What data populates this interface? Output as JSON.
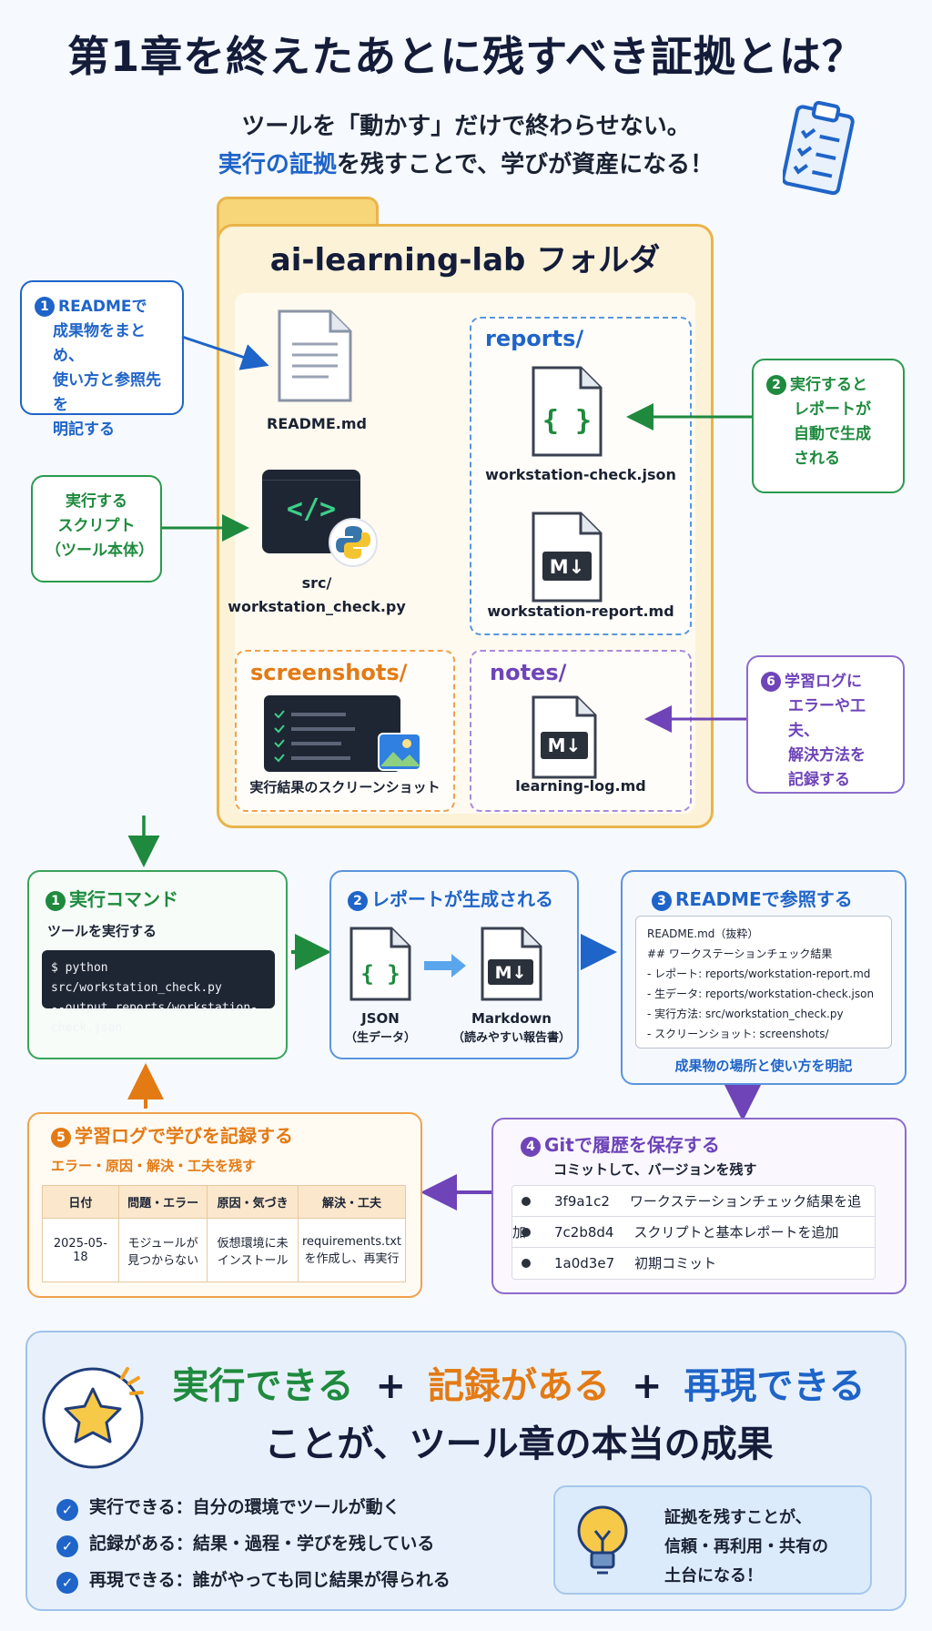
{
  "title": "第1章を終えたあとに残すべき証拠とは？",
  "subtitle_line1": "ツールを「動かす」だけで終わらせない。",
  "subtitle_line2_highlight": "実行の証拠",
  "subtitle_line2_rest": "を残すことで、学びが資産になる！",
  "folder": {
    "title": "ai-learning-lab フォルダ",
    "readme_file": "README.md",
    "src_file_line1": "src/",
    "src_file_line2": "workstation_check.py",
    "reports_label": "reports/",
    "reports_json": "workstation-check.json",
    "reports_md": "workstation-report.md",
    "screenshots_label": "screenshots/",
    "screenshots_caption": "実行結果のスクリーンショット",
    "notes_label": "notes/",
    "notes_file": "learning-log.md",
    "json_glyph": "{ }",
    "md_glyph": "M↓",
    "code_glyph": "</>"
  },
  "callouts": {
    "c1_num": "1",
    "c1_lines": [
      "READMEで",
      "成果物をまとめ、",
      "使い方と参照先を",
      "明記する"
    ],
    "c2_num": "2",
    "c2_lines": [
      "実行すると",
      "レポートが",
      "自動で生成",
      "される"
    ],
    "script_lines": [
      "実行する",
      "スクリプト",
      "（ツール本体）"
    ],
    "c6_num": "6",
    "c6_lines": [
      "学習ログに",
      "エラーや工夫、",
      "解決方法を",
      "記録する"
    ]
  },
  "flow": {
    "step1": {
      "num": "1",
      "title": "実行コマンド",
      "desc": "ツールを実行する",
      "cmd_line1": "$ python src/workstation_check.py",
      "cmd_line2": "--output reports/workstation-check.json"
    },
    "step2": {
      "num": "2",
      "title": "レポートが生成される",
      "json_label": "JSON",
      "json_sub": "（生データ）",
      "md_label": "Markdown",
      "md_sub": "（読みやすい報告書）"
    },
    "step3": {
      "num": "3",
      "title": "READMEで参照する",
      "excerpt_title": "README.md（抜粋）",
      "excerpt_heading": "## ワークステーションチェック結果",
      "excerpt_items": [
        "- レポート: reports/workstation-report.md",
        "- 生データ: reports/workstation-check.json",
        "- 実行方法: src/workstation_check.py",
        "- スクリーンショット: screenshots/"
      ],
      "caption": "成果物の場所と使い方を明記"
    },
    "step4": {
      "num": "4",
      "title": "Gitで履歴を保存する",
      "desc": "コミットして、バージョンを残す",
      "commits": [
        {
          "hash": "3f9a1c2",
          "msg": "ワークステーションチェック結果を追加"
        },
        {
          "hash": "7c2b8d4",
          "msg": "スクリプトと基本レポートを追加"
        },
        {
          "hash": "1a0d3e7",
          "msg": "初期コミット"
        }
      ]
    },
    "step5": {
      "num": "5",
      "title": "学習ログで学びを記録する",
      "desc": "エラー・原因・解決・工夫を残す",
      "headers": [
        "日付",
        "問題・エラー",
        "原因・気づき",
        "解決・工夫"
      ],
      "row": [
        "2025-05-18",
        "モジュールが見つからない",
        "仮想環境に未インストール",
        "requirements.txtを作成し、再実行"
      ]
    }
  },
  "summary": {
    "part1": "実行できる",
    "plus": "+",
    "part2": "記録がある",
    "part3": "再現できる",
    "line2": "ことが、ツール章の本当の成果",
    "checks": [
      "実行できる：自分の環境でツールが動く",
      "記録がある：結果・過程・学びを残している",
      "再現できる：誰がやっても同じ結果が得られる"
    ],
    "tip_lines": [
      "証拠を残すことが、",
      "信頼・再利用・共有の",
      "土台になる！"
    ]
  },
  "colors": {
    "blue": "#1f64c8",
    "green": "#1f8a3e",
    "orange": "#e37a14",
    "purple": "#6e44b8",
    "folder": "#e9b44a"
  }
}
